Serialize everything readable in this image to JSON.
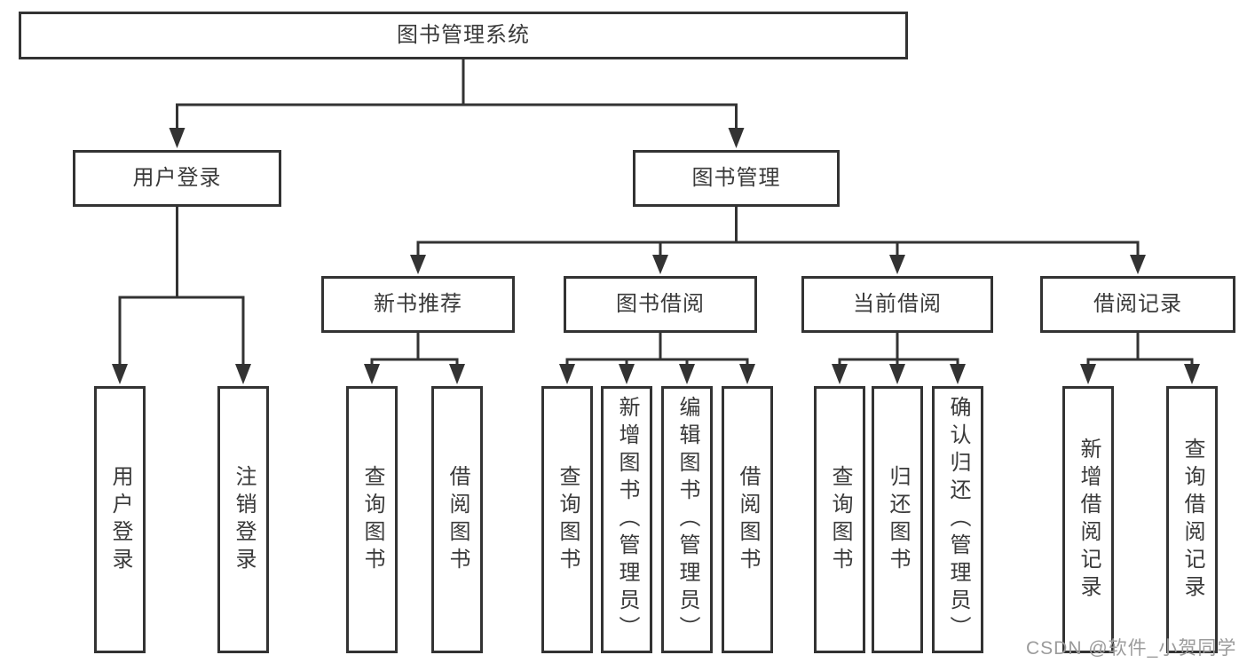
{
  "tree": {
    "label": "图书管理系统",
    "children": [
      {
        "label": "用户登录",
        "children": [
          {
            "label": "用户登录"
          },
          {
            "label": "注销登录"
          }
        ]
      },
      {
        "label": "图书管理",
        "children": [
          {
            "label": "新书推荐",
            "children": [
              {
                "label": "查询图书"
              },
              {
                "label": "借阅图书"
              }
            ]
          },
          {
            "label": "图书借阅",
            "children": [
              {
                "label": "查询图书"
              },
              {
                "label": "新增图书（管理员）"
              },
              {
                "label": "编辑图书（管理员）"
              },
              {
                "label": "借阅图书"
              }
            ]
          },
          {
            "label": "当前借阅",
            "children": [
              {
                "label": "查询图书"
              },
              {
                "label": "归还图书"
              },
              {
                "label": "确认归还（管理员）"
              }
            ]
          },
          {
            "label": "借阅记录",
            "children": [
              {
                "label": "新增借阅记录"
              },
              {
                "label": "查询借阅记录"
              }
            ]
          }
        ]
      }
    ]
  },
  "watermark": {
    "text": "CSDN @软件_小贺同学"
  },
  "colors": {
    "line": "#333333",
    "box_border": "#333333",
    "box_background": "#ffffff",
    "text": "#3a3a3a",
    "watermark": "#9b9b9b",
    "page_background": "#ffffff"
  }
}
